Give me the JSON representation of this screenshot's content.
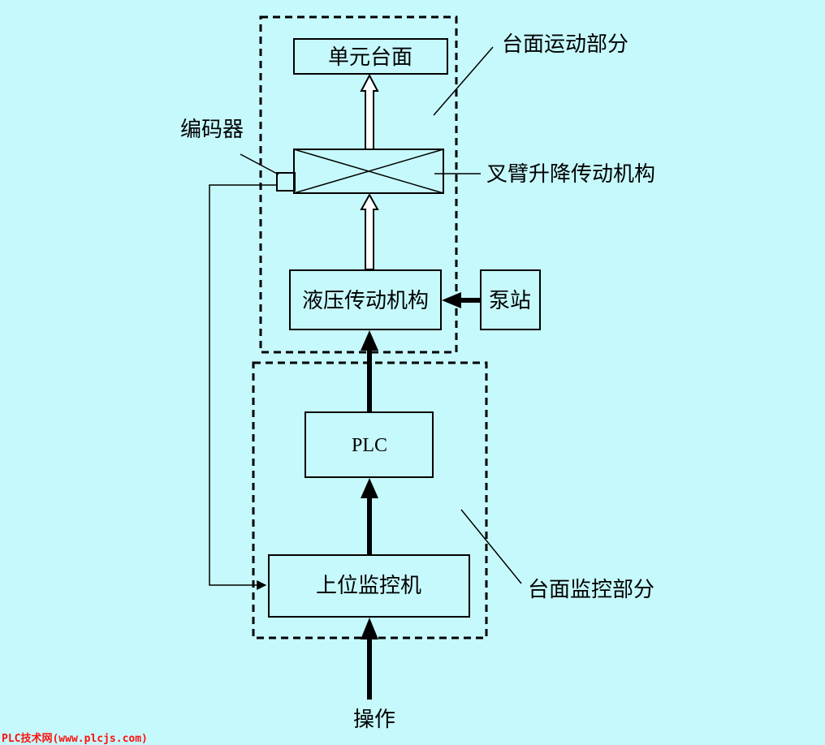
{
  "diagram": {
    "boxes": {
      "unit_table": "单元台面",
      "fork_arm": "",
      "hydraulic": "液压传动机构",
      "pump_station": "泵站",
      "plc": "PLC",
      "host_computer": "上位监控机"
    },
    "annotations": {
      "table_motion": "台面运动部分",
      "encoder": "编码器",
      "fork_arm_mechanism": "叉臂升降传动机构",
      "table_monitor": "台面监控部分",
      "operation": "操作"
    }
  },
  "footer": {
    "watermark": "PLC技术网(www.plcjs.com)"
  },
  "colors": {
    "background": "#c6f9fb",
    "stroke": "#000000",
    "watermark": "#ff1010"
  }
}
